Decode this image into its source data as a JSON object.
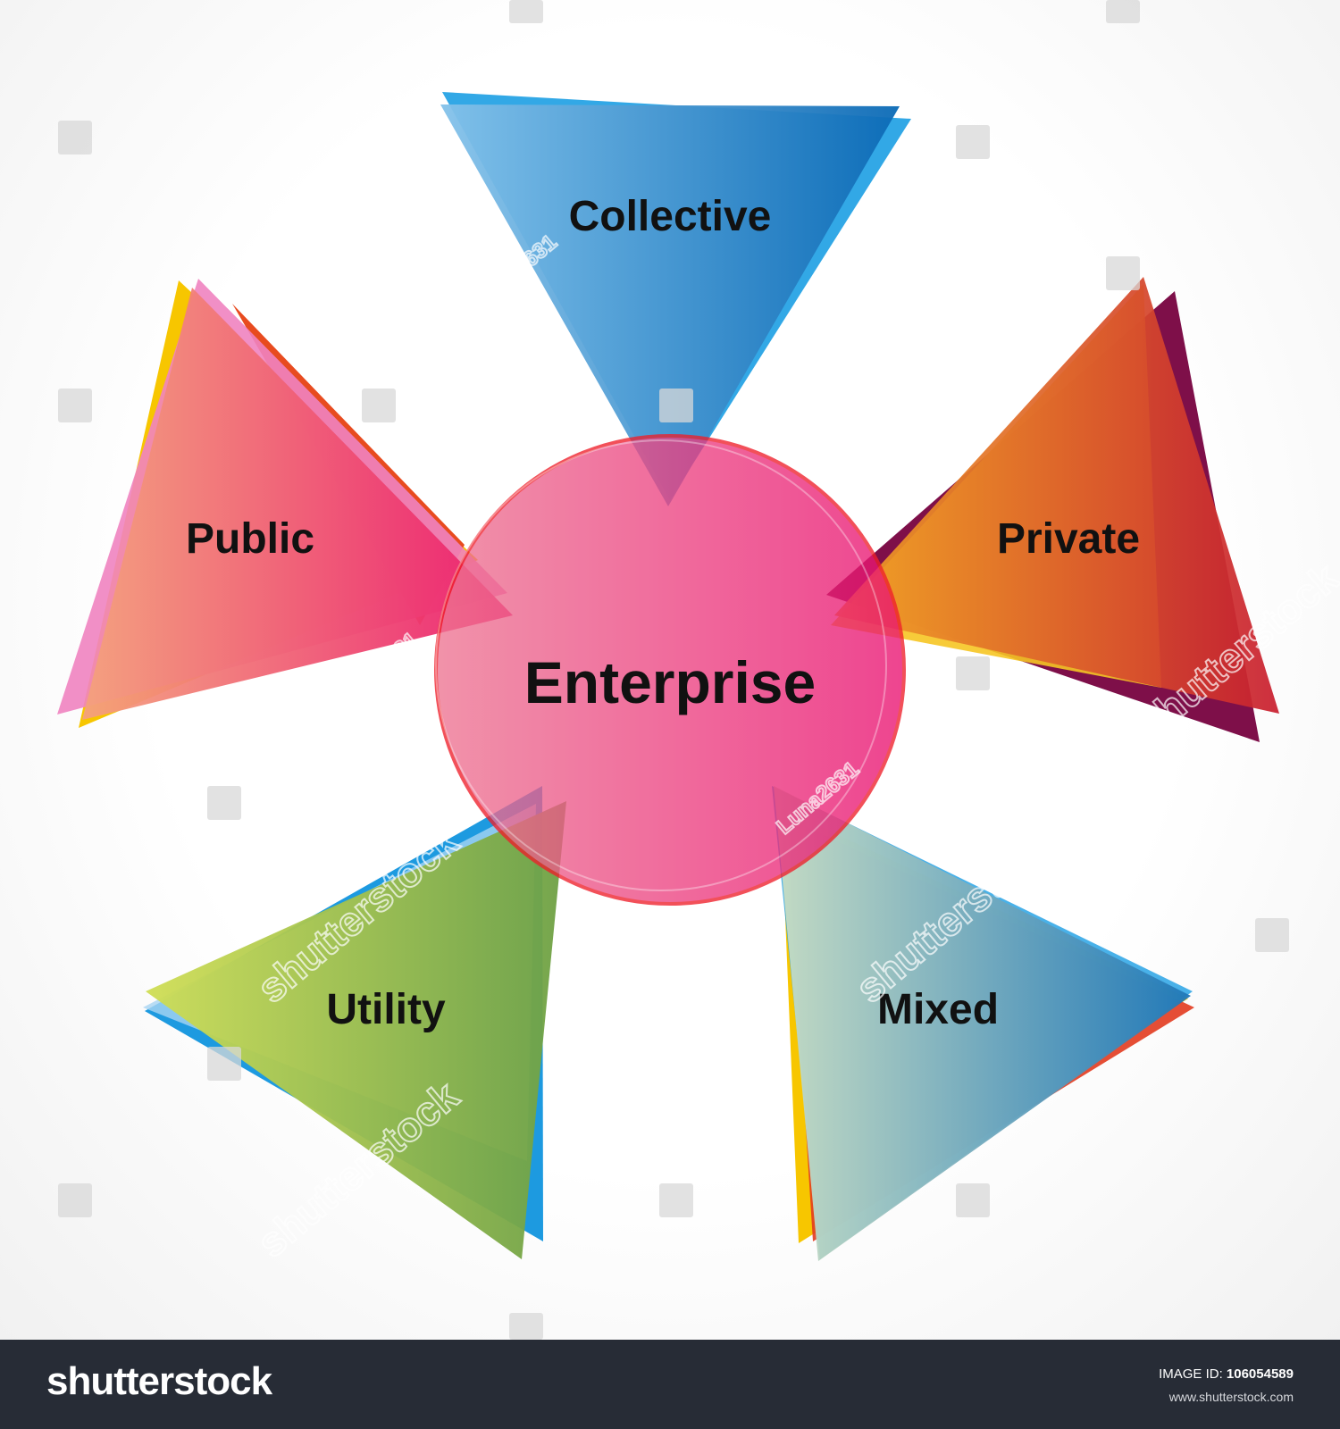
{
  "diagram": {
    "center": {
      "label": "Enterprise"
    },
    "nodes": [
      {
        "id": "collective",
        "label": "Collective"
      },
      {
        "id": "public",
        "label": "Public"
      },
      {
        "id": "private",
        "label": "Private"
      },
      {
        "id": "utility",
        "label": "Utility"
      },
      {
        "id": "mixed",
        "label": "Mixed"
      }
    ]
  },
  "watermark": {
    "brand": "shutterstock",
    "contributor": "Luna2631"
  },
  "footer": {
    "logo": "shutterstock",
    "image_id_label": "IMAGE ID:",
    "image_id": "106054589",
    "url": "www.shutterstock.com"
  }
}
